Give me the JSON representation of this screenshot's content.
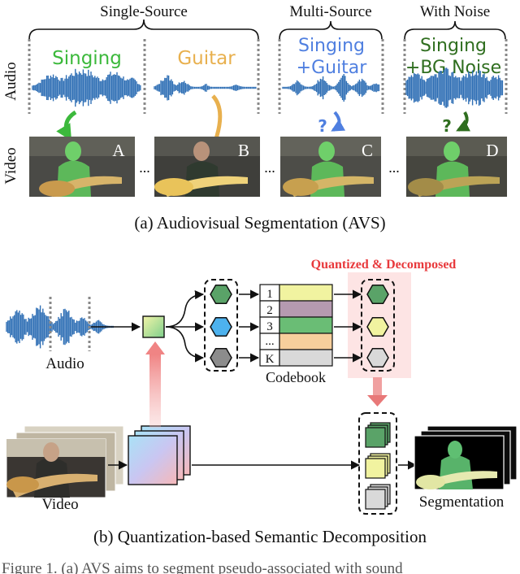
{
  "part_a": {
    "groups": {
      "single_source": "Single-Source",
      "multi_source": "Multi-Source",
      "with_noise": "With Noise"
    },
    "row_labels": {
      "audio": "Audio",
      "video": "Video"
    },
    "audio_labels": {
      "singing": "Singing",
      "guitar": "Guitar",
      "multi_line1": "Singing",
      "multi_line2": "+Guitar",
      "noise_line1": "Singing",
      "noise_line2": "+BG Noise"
    },
    "question_marks": [
      "?",
      "?"
    ],
    "frame_letters": [
      "A",
      "B",
      "C",
      "D"
    ],
    "ellipsis": "...",
    "caption": "(a) Audiovisual Segmentation (AVS)",
    "colors": {
      "waveform": "#2f6fb5",
      "singing": "#3cb93c",
      "guitar": "#e8b04e",
      "multi": "#4f7fe0",
      "noise": "#2f6e1f"
    }
  },
  "part_b": {
    "quantized_label": "Quantized & Decomposed",
    "audio_label": "Audio",
    "video_label": "Video",
    "codebook_label": "Codebook",
    "segmentation_label": "Segmentation",
    "codebook_indices": [
      "1",
      "2",
      "3",
      "...",
      "K"
    ],
    "caption": "(b) Quantization-based Semantic Decomposition",
    "colors": {
      "quantized": "#e8393c",
      "green": "#5aa368",
      "yellow": "#f1f3a0",
      "gray": "#8c8c8c",
      "blue": "#4db2ee",
      "mauve": "#b59ab0",
      "orange": "#f7cf9c",
      "light_gray": "#d9d9d9",
      "code_green": "#6abd75"
    }
  },
  "footer": {
    "text": "Figure 1. (a) AVS aims to segment pseudo-associated with sound"
  }
}
